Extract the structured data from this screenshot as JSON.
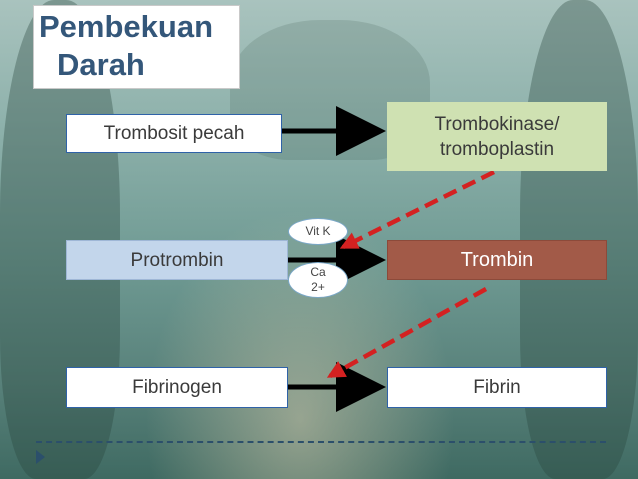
{
  "title": {
    "line1": "Pembekuan",
    "line2": "Darah"
  },
  "nodes": {
    "trombosit_pecah": "Trombosit pecah",
    "trombokinase_line1": "Trombokinase/",
    "trombokinase_line2": "tromboplastin",
    "protrombin": "Protrombin",
    "trombin": "Trombin",
    "fibrinogen": "Fibrinogen",
    "fibrin": "Fibrin"
  },
  "cofactors": {
    "vit_k": "Vit K",
    "ca_line1": "Ca",
    "ca_line2": "2+"
  },
  "colors": {
    "title_text": "#34577a",
    "arrow_black": "#000000",
    "arrow_red_dashed": "#d42121",
    "trombin_box": "#a25a48",
    "trombokinase_box": "#cfe1b2",
    "protrombin_box": "#c3d6eb"
  }
}
